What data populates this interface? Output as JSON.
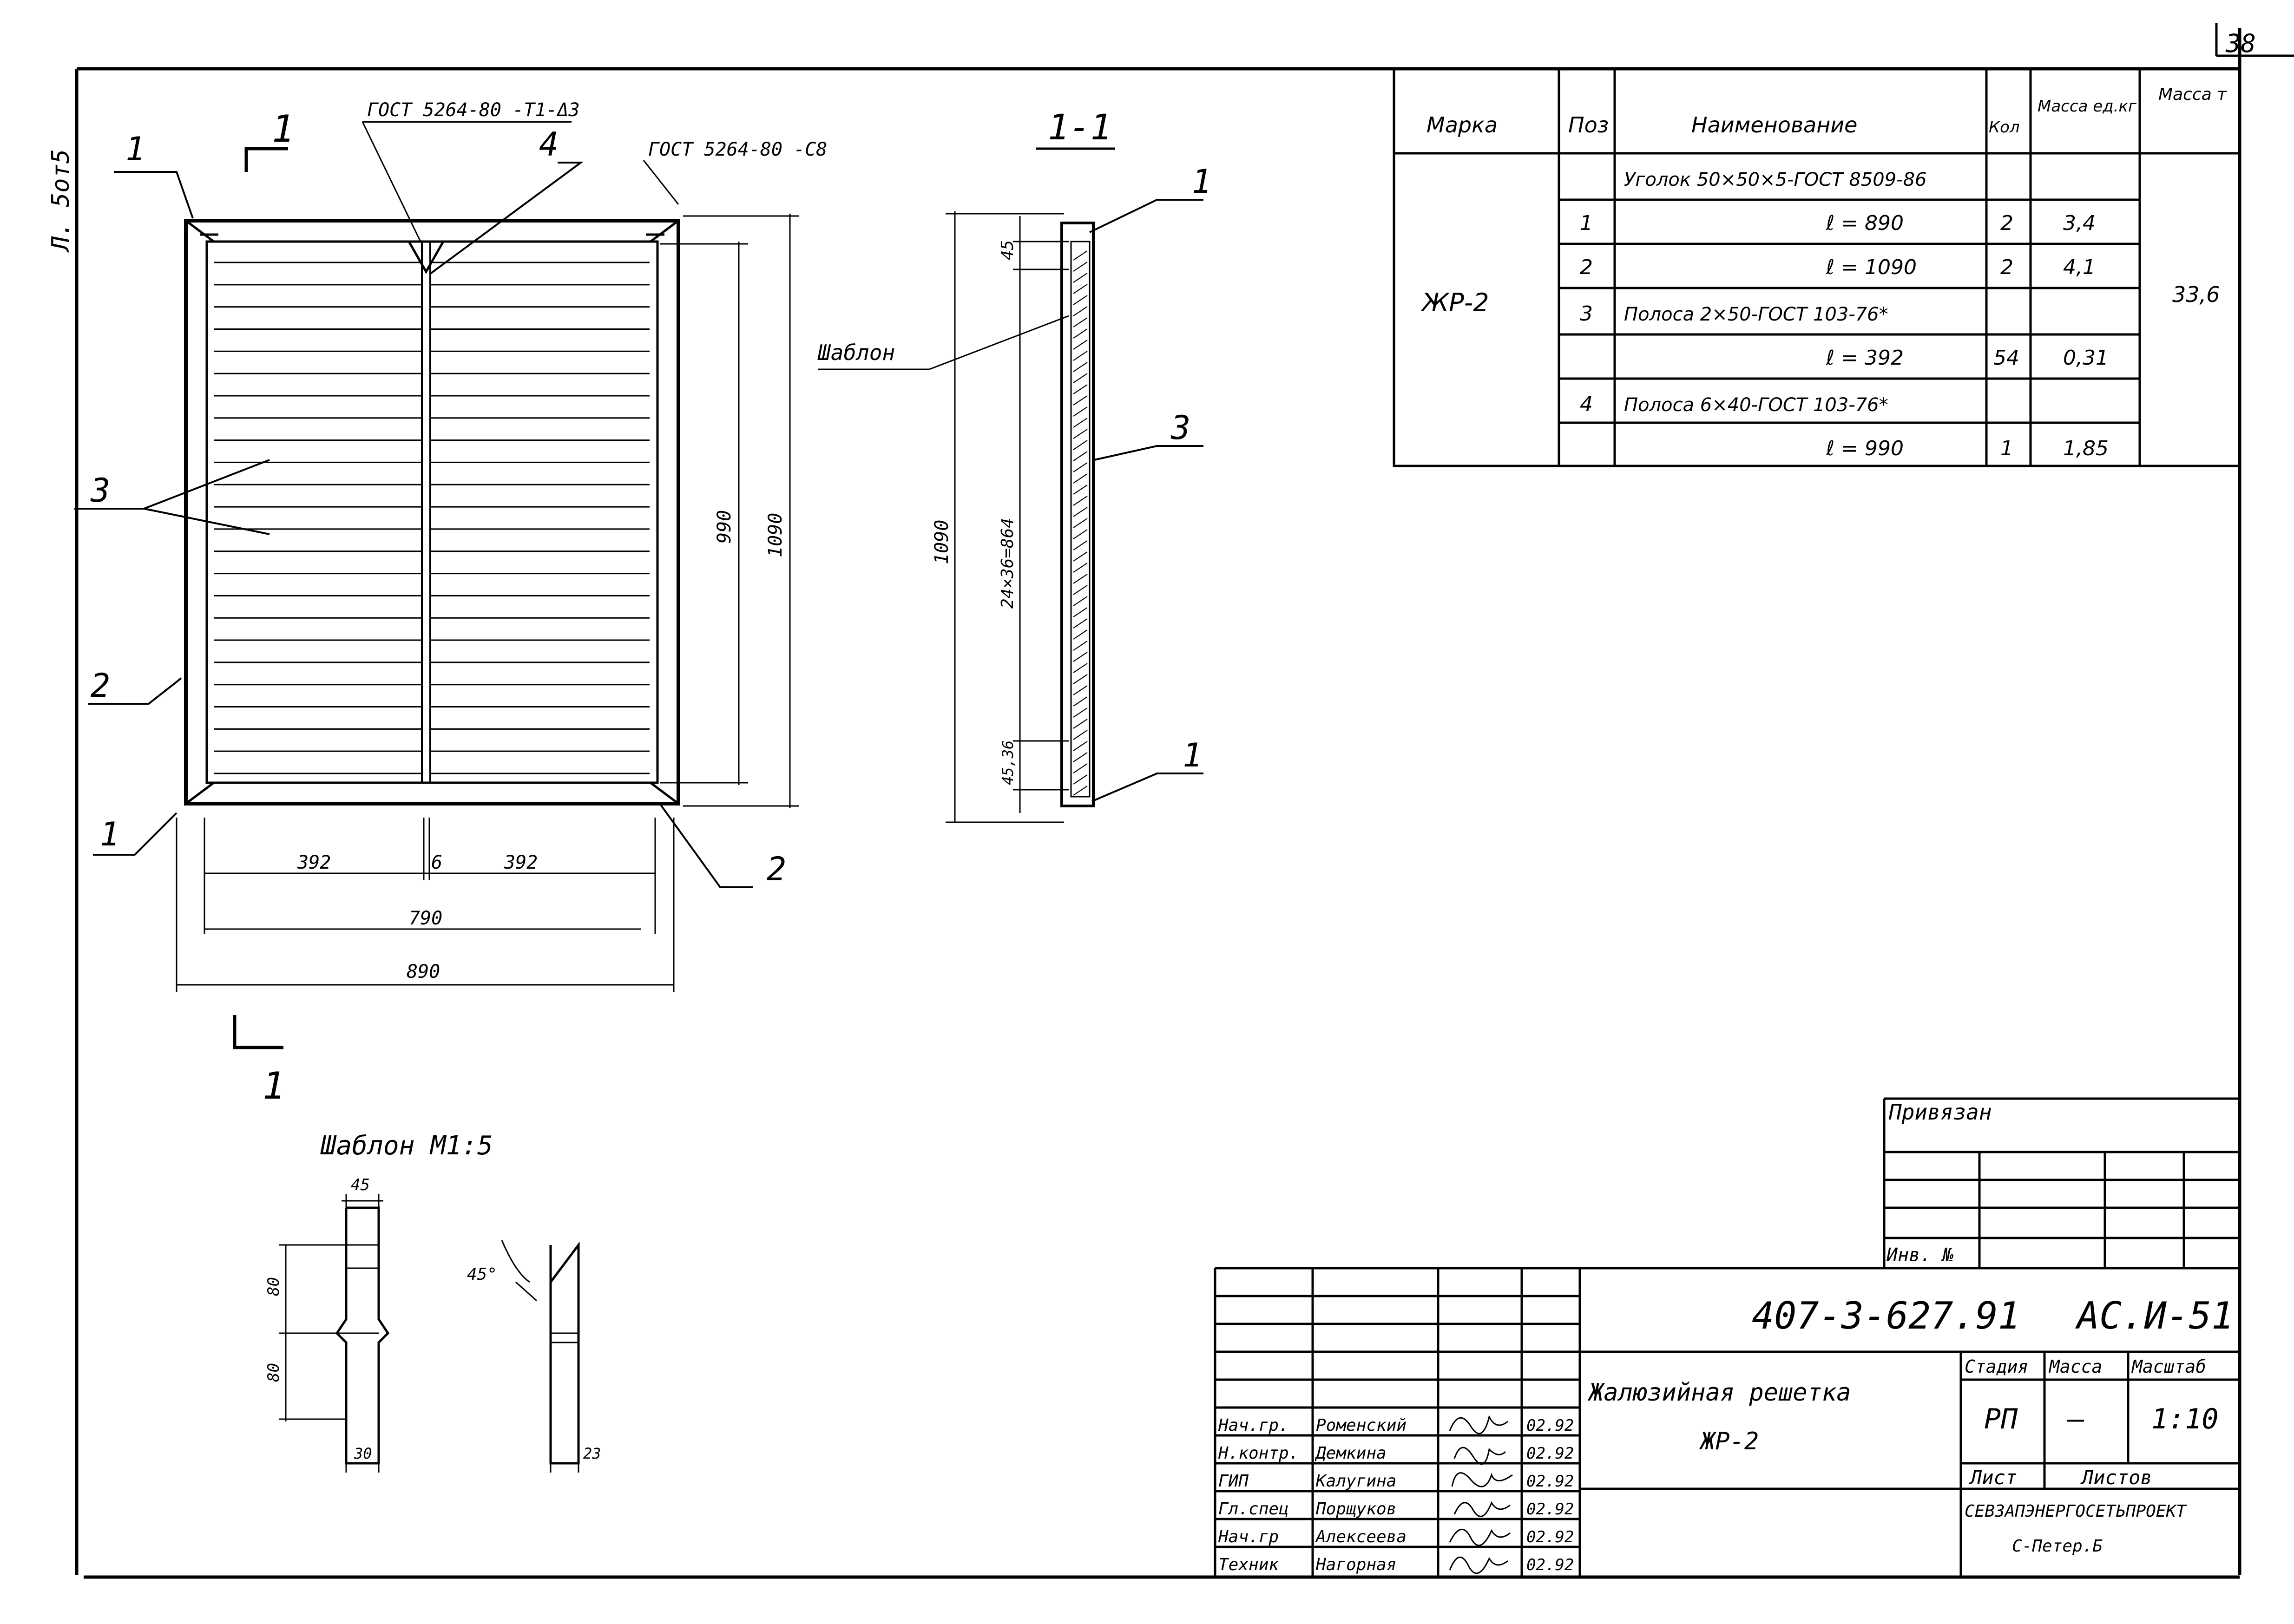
{
  "sheet": {
    "page_number": "38",
    "margin_note": "Л. 5от5"
  },
  "plan": {
    "section_mark_top": "1",
    "section_mark_bottom": "1",
    "weld_note_top": "ГОСТ 5264-80 -Т1-Δ3",
    "weld_note_corner": "ГОСТ 5264-80 -С8",
    "callouts": {
      "pos1_top": "1",
      "pos4": "4",
      "pos3": "3",
      "pos2_left": "2",
      "pos1_bottom": "1",
      "pos2_bottom": "2"
    },
    "dims": {
      "left_half": "392",
      "gap": "6",
      "right_half": "392",
      "inner_width": "790",
      "outer_width": "890",
      "inner_height": "990",
      "outer_height": "1090"
    },
    "slat_count": 24
  },
  "section": {
    "title": "1-1",
    "template_label": "Шаблон",
    "callouts": {
      "pos1_top": "1",
      "pos3": "3",
      "pos1_bottom": "1"
    },
    "dims": {
      "total": "1090",
      "top": "45",
      "middle": "24×36=864",
      "bottom": "45,36"
    }
  },
  "template_detail": {
    "title": "Шаблон М1:5",
    "dims": {
      "top_width": "45",
      "upper_h": "80",
      "lower_h": "80",
      "bottom_width": "30",
      "side_width": "23",
      "angle": "45°"
    }
  },
  "spec_table": {
    "headers": [
      "Марка",
      "Поз",
      "Наименование",
      "Кол",
      "Масса ед.кг",
      "Масса т"
    ],
    "mark": "ЖР-2",
    "total_mass": "33,6",
    "rows": [
      {
        "pos": "",
        "name": "Уголок 50×50×5-ГОСТ 8509-86",
        "qty": "",
        "mass": ""
      },
      {
        "pos": "1",
        "name": "ℓ = 890",
        "qty": "2",
        "mass": "3,4"
      },
      {
        "pos": "2",
        "name": "ℓ = 1090",
        "qty": "2",
        "mass": "4,1"
      },
      {
        "pos": "3",
        "name": "Полоса 2×50-ГОСТ 103-76*",
        "qty": "",
        "mass": ""
      },
      {
        "pos": "",
        "name": "ℓ = 392",
        "qty": "54",
        "mass": "0,31"
      },
      {
        "pos": "4",
        "name": "Полоса 6×40-ГОСТ 103-76*",
        "qty": "",
        "mass": ""
      },
      {
        "pos": "",
        "name": "ℓ = 990",
        "qty": "1",
        "mass": "1,85"
      }
    ]
  },
  "binding_block": {
    "label": "Привязан",
    "inv_label": "Инв. №"
  },
  "title_block": {
    "doc_code": "407-3-627.91",
    "sheet_code": "АС.И-51",
    "title_line1": "Жалюзийная решетка",
    "title_line2": "ЖР-2",
    "stage_label": "Стадия",
    "mass_label": "Масса",
    "scale_label": "Масштаб",
    "stage_value": "РП",
    "mass_value": "—",
    "scale_value": "1:10",
    "sheet_label": "Лист",
    "sheets_label": "Листов",
    "organization": "СЕВЗАПЭНЕРГОСЕТЬПРОЕКТ",
    "city": "С-Петер.Б",
    "signatures": [
      {
        "role": "Нач.гр.",
        "name": "Роменский",
        "date": "02.92"
      },
      {
        "role": "Н.контр.",
        "name": "Демкина",
        "date": "02.92"
      },
      {
        "role": "ГИП",
        "name": "Калугина",
        "date": "02.92"
      },
      {
        "role": "Гл.спец",
        "name": "Порщуков",
        "date": "02.92"
      },
      {
        "role": "Нач.гр",
        "name": "Алексеева",
        "date": "02.92"
      },
      {
        "role": "Техник",
        "name": "Нагорная",
        "date": "02.92"
      }
    ]
  }
}
